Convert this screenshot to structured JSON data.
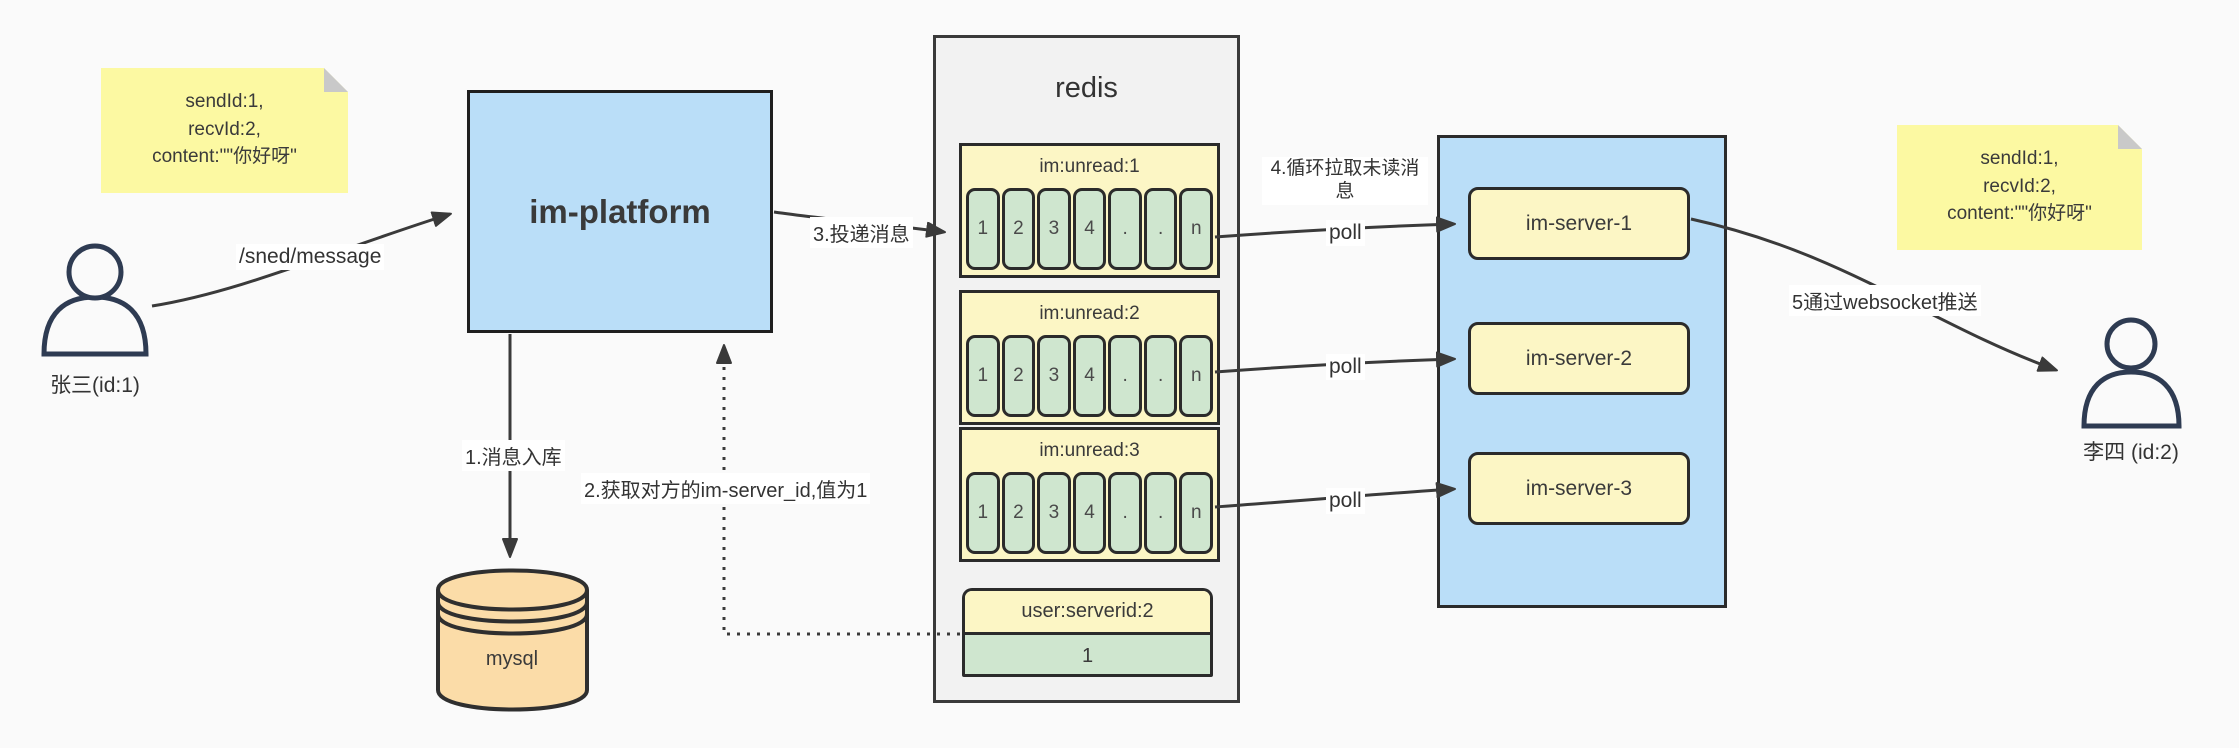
{
  "notes": {
    "sender": {
      "line1": "sendId:1,",
      "line2": "recvId:2,",
      "line3": "content:\"\"你好呀\""
    },
    "receiver": {
      "line1": "sendId:1,",
      "line2": "recvId:2,",
      "line3": "content:\"\"你好呀\""
    }
  },
  "actors": {
    "sender": {
      "label": "张三(id:1)"
    },
    "receiver": {
      "label": "李四 (id:2)"
    }
  },
  "platform": {
    "label": "im-platform"
  },
  "database": {
    "label": "mysql"
  },
  "redis": {
    "title": "redis",
    "queues": [
      {
        "name": "im:unread:1",
        "cells": [
          "1",
          "2",
          "3",
          "4",
          ".",
          ".",
          "n"
        ]
      },
      {
        "name": "im:unread:2",
        "cells": [
          "1",
          "2",
          "3",
          "4",
          ".",
          ".",
          "n"
        ]
      },
      {
        "name": "im:unread:3",
        "cells": [
          "1",
          "2",
          "3",
          "4",
          ".",
          ".",
          "n"
        ]
      }
    ],
    "mapping": {
      "key": "user:serverid:2",
      "value": "1"
    }
  },
  "server_cluster": {
    "servers": [
      {
        "label": "im-server-1"
      },
      {
        "label": "im-server-2"
      },
      {
        "label": "im-server-3"
      }
    ]
  },
  "edges": {
    "send_api": "/sned/message",
    "step1": "1.消息入库",
    "step2": "2.获取对方的im-server_id,值为1",
    "step3": "3.投递消息",
    "step4": "4.循环拉取未读消息",
    "step5": "5通过websocket推送",
    "poll": "poll"
  },
  "colors": {
    "background": "#fafafa",
    "note_yellow": "#fcf9a2",
    "pale_yellow": "#fcf6c5",
    "light_blue": "#badef8",
    "light_green": "#cfe6cf",
    "peach": "#fbdca8",
    "stroke_dark": "#2b2b2b"
  }
}
